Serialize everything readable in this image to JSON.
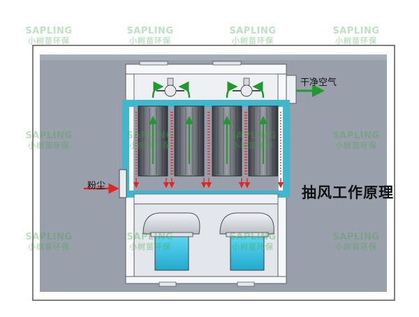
{
  "labels": {
    "clean_air": "干净空气",
    "dust": "粉尘",
    "title": "抽风工作原理"
  },
  "watermark": {
    "brand": "SAPLING",
    "brand_cn": "小树苗环保"
  },
  "colors": {
    "panel_bg": "#9aa0ab",
    "frame_cyan": "#3fb7cf",
    "frame_white": "#f7f8fa",
    "flow_arrow_green": "#1f9a2d",
    "dirty_air_red": "#e32424",
    "bin_cyan": "#36c4e4",
    "watermark_green": "#40a84a"
  }
}
